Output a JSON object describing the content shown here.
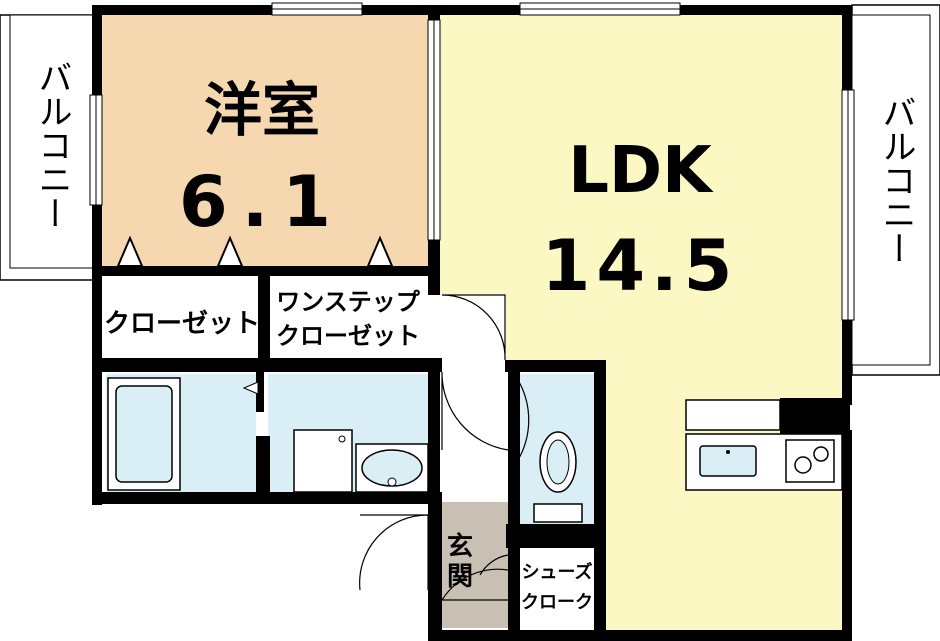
{
  "rooms": {
    "western_room": {
      "name": "洋室",
      "size": "6.1"
    },
    "ldk": {
      "name": "LDK",
      "size": "14.5"
    },
    "closet": {
      "name": "クローゼット"
    },
    "one_step_closet": {
      "line1": "ワンステップ",
      "line2": "クローゼット"
    },
    "entrance": {
      "line1": "玄",
      "line2": "関"
    },
    "shoe_cloak": {
      "line1": "シューズ",
      "line2": "クローク"
    }
  },
  "balconies": {
    "left": {
      "label": "バルコニー"
    },
    "right": {
      "label": "バルコニー"
    }
  },
  "colors": {
    "western_room_fill": "#f5d8b0",
    "ldk_fill": "#fbf8c4",
    "wet_area_fill": "#d9eef5",
    "entrance_fill": "#c9c0b4",
    "wall": "#000000"
  }
}
